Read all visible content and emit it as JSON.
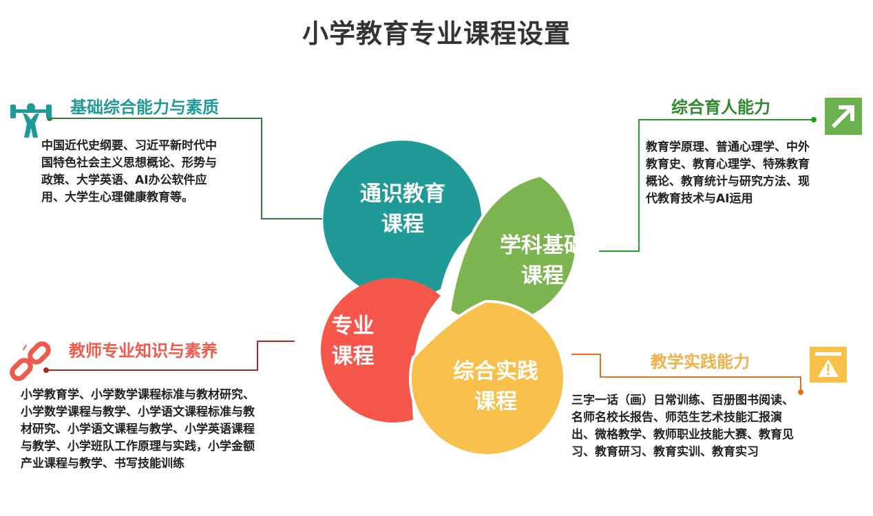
{
  "page": {
    "title": "小学教育专业课程设置"
  },
  "colors": {
    "teal": "#1f9a96",
    "green": "#7cb550",
    "red": "#f7574a",
    "orange": "#f7c04a",
    "title_teal": "#1f9a96",
    "title_green": "#2f8a2f",
    "title_red": "#ef5a4c",
    "title_orange": "#f0b14a",
    "line_teal": "#2e7d32",
    "line_green": "#1e9e1e",
    "line_red": "#a52a2a",
    "line_orange": "#e07020"
  },
  "bubbles": {
    "general": {
      "line1": "通识教育",
      "line2": "课程"
    },
    "subject": {
      "line1": "学科基础",
      "line2": "课程"
    },
    "major": {
      "line1": "专业",
      "line2": "课程"
    },
    "practice": {
      "line1": "综合实践",
      "line2": "课程"
    }
  },
  "sections": {
    "basic": {
      "title": "基础综合能力与素质",
      "icon": "weightlifter-icon",
      "lines": [
        "中国近代史纲要、习近平新时代中",
        "国特色社会主义思想概论、形势与",
        "政策、大学英语、AI办公软件应",
        "用、大学生心理健康教育等。"
      ]
    },
    "education": {
      "title": "综合育人能力",
      "icon": "arrow-up-right-icon",
      "lines": [
        "教育学原理、普通心理学、中外",
        "教育史、教育心理学、特殊教育",
        "概论、教育统计与研究方法、现",
        "代教育技术与AI运用"
      ]
    },
    "teacher": {
      "title": "教师专业知识与素养",
      "icon": "broken-link-icon",
      "lines": [
        "小学教育学、小学数学课程标准与教材研究、",
        "小学数学课程与教学、小学语文课程标准与教",
        "材研究、小学语文课程与教学、小学英语课程",
        "与教学、小学班队工作原理与实践，小学金额",
        "产业课程与教学、书写技能训练"
      ]
    },
    "practice": {
      "title": "教学实践能力",
      "icon": "warning-window-icon",
      "lines": [
        "三字一话（画）日常训练、百册图书阅读、",
        "名师名校长报告、师范生艺术技能汇报演",
        "出、微格教学、教师职业技能大赛、教育见",
        "习、教育研习、教育实训、教育实习"
      ]
    }
  }
}
